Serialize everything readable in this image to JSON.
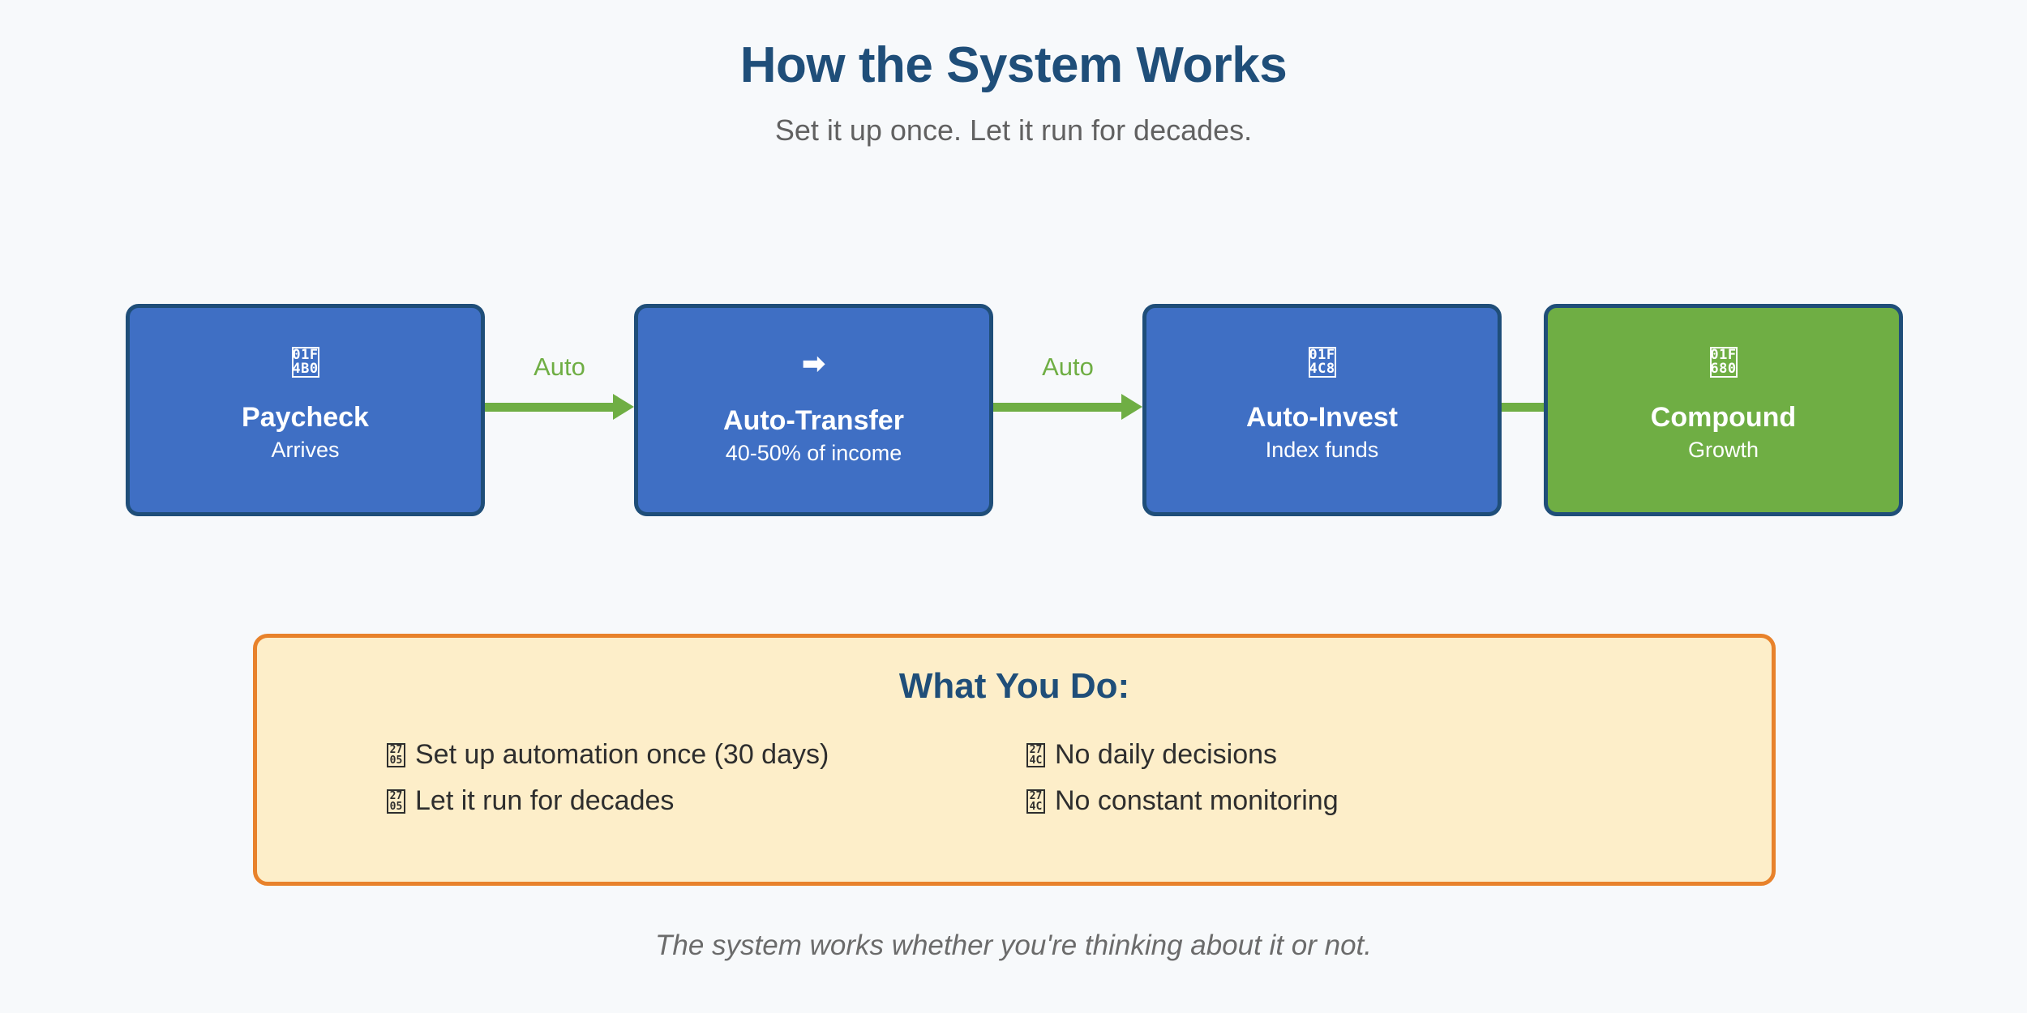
{
  "header": {
    "title": "How the System Works",
    "subtitle": "Set it up once. Let it run for decades."
  },
  "colors": {
    "background": "#f7f9fb",
    "title_blue": "#1f4e79",
    "node_blue": "#3f6fc4",
    "node_green": "#6fae44",
    "node_border": "#1f4e79",
    "arrow_green": "#6fae44",
    "panel_fill": "#fdeec9",
    "panel_border": "#e8822b",
    "subtitle_gray": "#616161",
    "footer_gray": "#6b6b6b"
  },
  "flow": {
    "nodes": [
      {
        "title": "Paycheck",
        "subtitle": "Arrives",
        "icon_name": "money-bag-icon",
        "icon_tofu_top": "01F",
        "icon_tofu_bottom": "4B0",
        "color": "blue"
      },
      {
        "title": "Auto-Transfer",
        "subtitle": "40-50% of income",
        "icon_name": "right-arrow-icon",
        "icon_glyph": "➡",
        "color": "blue"
      },
      {
        "title": "Auto-Invest",
        "subtitle": "Index funds",
        "icon_name": "chart-increasing-icon",
        "icon_tofu_top": "01F",
        "icon_tofu_bottom": "4C8",
        "color": "blue"
      },
      {
        "title": "Compound",
        "subtitle": "Growth",
        "icon_name": "rocket-icon",
        "icon_tofu_top": "01F",
        "icon_tofu_bottom": "680",
        "color": "green"
      }
    ],
    "connectors": [
      {
        "label": "Auto",
        "arrowhead": true
      },
      {
        "label": "Auto",
        "arrowhead": true
      },
      {
        "label": "",
        "arrowhead": false
      }
    ]
  },
  "panel": {
    "title": "What You Do:",
    "items": [
      {
        "icon_name": "check-mark-icon",
        "icon_tofu_top": "27",
        "icon_tofu_bottom": "05",
        "text": "Set up automation once (30 days)"
      },
      {
        "icon_name": "cross-mark-icon",
        "icon_tofu_top": "27",
        "icon_tofu_bottom": "4C",
        "text": "No daily decisions"
      },
      {
        "icon_name": "check-mark-icon",
        "icon_tofu_top": "27",
        "icon_tofu_bottom": "05",
        "text": "Let it run for decades"
      },
      {
        "icon_name": "cross-mark-icon",
        "icon_tofu_top": "27",
        "icon_tofu_bottom": "4C",
        "text": "No constant monitoring"
      }
    ]
  },
  "footer": {
    "note": "The system works whether you're thinking about it or not."
  }
}
